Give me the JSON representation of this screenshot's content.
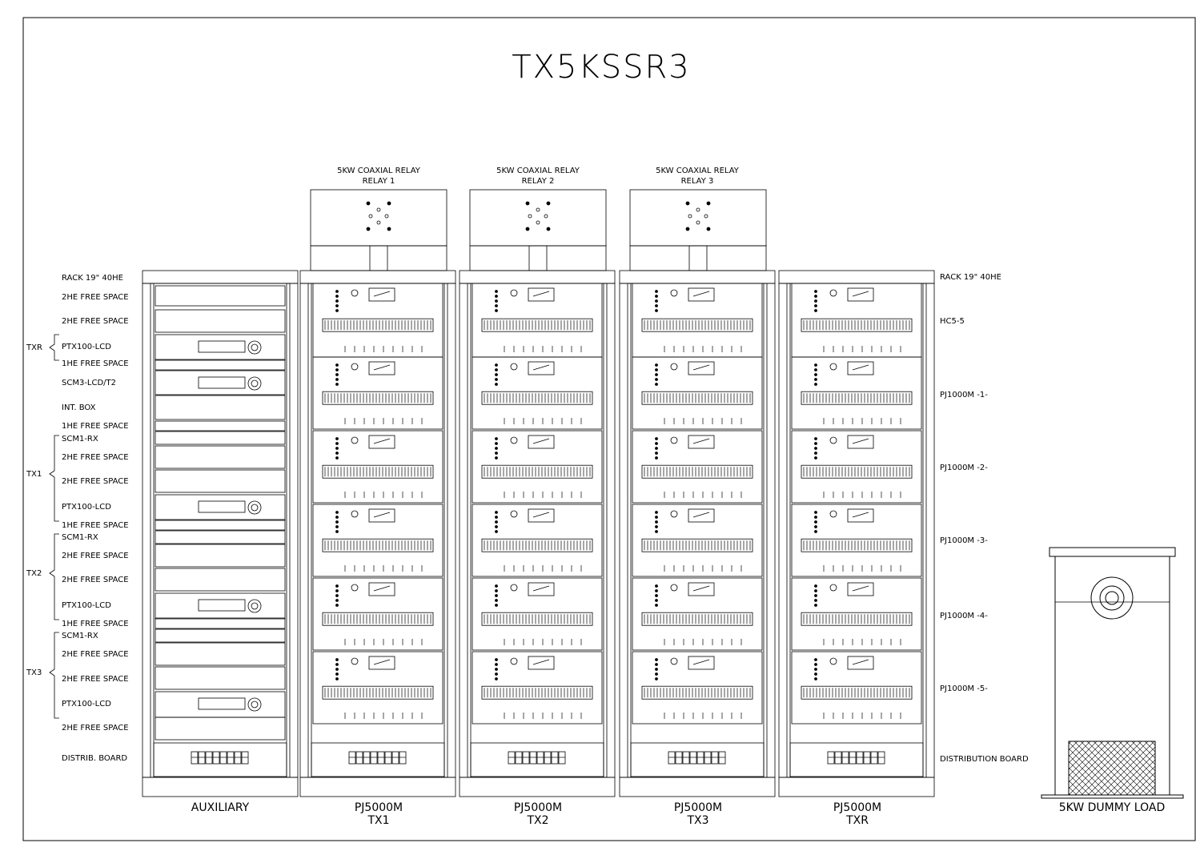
{
  "title": "TX5KSSR3",
  "relays": [
    {
      "line1": "5KW COAXIAL RELAY",
      "line2": "RELAY 1"
    },
    {
      "line1": "5KW COAXIAL RELAY",
      "line2": "RELAY 2"
    },
    {
      "line1": "5KW COAXIAL RELAY",
      "line2": "RELAY 3"
    }
  ],
  "left_labels": [
    "RACK 19\" 40HE",
    "2HE FREE SPACE",
    "2HE FREE SPACE",
    "PTX100-LCD",
    "1HE FREE SPACE",
    "SCM3-LCD/T2",
    "INT. BOX",
    "1HE FREE SPACE",
    "SCM1-RX",
    "2HE FREE SPACE",
    "2HE FREE SPACE",
    "PTX100-LCD",
    "1HE FREE SPACE",
    "SCM1-RX",
    "2HE FREE SPACE",
    "2HE FREE SPACE",
    "PTX100-LCD",
    "1HE FREE SPACE",
    "SCM1-RX",
    "2HE FREE SPACE",
    "2HE FREE SPACE",
    "PTX100-LCD",
    "2HE FREE SPACE",
    "DISTRIB. BOARD"
  ],
  "groups": [
    "TXR",
    "TX1",
    "TX2",
    "TX3"
  ],
  "right_labels": [
    "RACK 19\" 40HE",
    "HC5-5",
    "PJ1000M -1-",
    "PJ1000M -2-",
    "PJ1000M -3-",
    "PJ1000M -4-",
    "PJ1000M -5-",
    "DISTRIBUTION BOARD"
  ],
  "rack_captions": [
    {
      "line1": "AUXILIARY",
      "line2": ""
    },
    {
      "line1": "PJ5000M",
      "line2": "TX1"
    },
    {
      "line1": "PJ5000M",
      "line2": "TX2"
    },
    {
      "line1": "PJ5000M",
      "line2": "TX3"
    },
    {
      "line1": "PJ5000M",
      "line2": "TXR"
    }
  ],
  "dummy_load_label": "5KW DUMMY LOAD"
}
